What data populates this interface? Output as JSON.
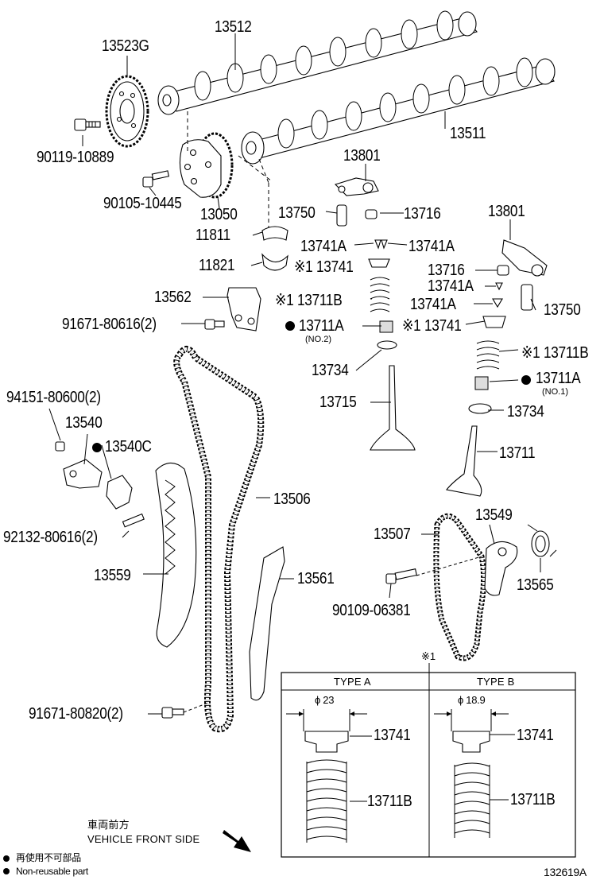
{
  "figure_code": "132619A",
  "labels": {
    "p13512": "13512",
    "p13523G": "13523G",
    "p90119": "90119-10889",
    "p13511": "13511",
    "p90105": "90105-10445",
    "p13050": "13050",
    "p13801a": "13801",
    "p13750a": "13750",
    "p13716a": "13716",
    "p11811": "11811",
    "p13741Aa": "13741A",
    "p13741Ab": "13741A",
    "p11821": "11821",
    "p13741a": "※1 13741",
    "p13801b": "13801",
    "p13716b": "13716",
    "p13741Ac": "13741A",
    "p13562": "13562",
    "p13711Ba": "※1 13711B",
    "p13741Ad": "13741A",
    "p13750b": "13750",
    "p91671a": "91671-80616(2)",
    "p13711Aa": "13711A",
    "p13741b": "※1 13741",
    "p13734a": "13734",
    "p13711Bb": "※1 13711B",
    "p13711Ab": "13711A",
    "p94151": "94151-80600(2)",
    "p13715": "13715",
    "p13734b": "13734",
    "p13540": "13540",
    "p13540C": "13540C",
    "p13711": "13711",
    "p13506": "13506",
    "p13549": "13549",
    "p92132": "92132-80616(2)",
    "p13507": "13507",
    "p13565": "13565",
    "p13559": "13559",
    "p13561": "13561",
    "p90109": "90109-06381",
    "p91671b": "91671-80820(2)",
    "note1": "※1"
  },
  "sublabels": {
    "no2": "(NO.2)",
    "no1": "(NO.1)"
  },
  "inset": {
    "type_a": "TYPE A",
    "type_b": "TYPE B",
    "dia_a": "ϕ 23",
    "dia_b": "ϕ 18.9",
    "a_top": "13741",
    "a_bottom": "13711B",
    "b_top": "13741",
    "b_bottom": "13711B"
  },
  "legend": {
    "front_jp": "車両前方",
    "front_en": "VEHICLE FRONT SIDE",
    "nonreuse_jp": "再使用不可部品",
    "nonreuse_en": "Non-reusable part"
  }
}
